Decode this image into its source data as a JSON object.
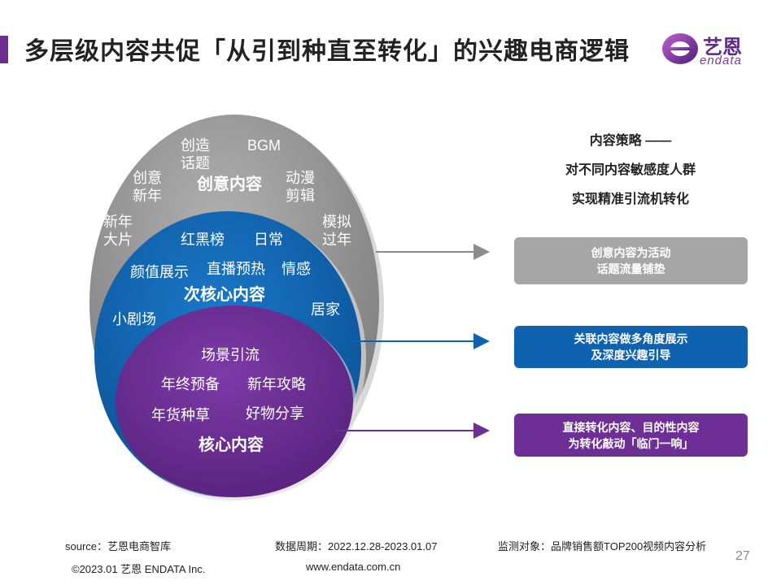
{
  "title": "多层级内容共促「从引到种直至转化」的兴趣电商逻辑",
  "logo": {
    "cn": "艺恩",
    "en": "endata"
  },
  "outer_ring": {
    "label": "创意内容",
    "items": [
      "创造\n话题",
      "BGM",
      "创意\n新年",
      "动漫\n剪辑",
      "新年\n大片",
      "模拟\n过年"
    ]
  },
  "middle_ring": {
    "label": "次核心内容",
    "items": [
      "红黑榜",
      "日常",
      "颜值展示",
      "直播预热",
      "情感",
      "小剧场",
      "居家"
    ]
  },
  "inner_ring": {
    "label": "核心内容",
    "items": [
      "场景引流",
      "年终预备",
      "新年攻略",
      "年货种草",
      "好物分享"
    ]
  },
  "strategy": {
    "line1": "内容策略 ——",
    "line2": "对不同内容敏感度人群",
    "line3": "实现精准引流机转化"
  },
  "boxes": {
    "gray": {
      "line1": "创意内容为活动",
      "line2": "话题流量铺垫"
    },
    "blue": {
      "line1": "关联内容做多角度展示",
      "line2": "及深度兴趣引导"
    },
    "purple": {
      "line1": "直接转化内容、目的性内容",
      "line2": "为转化敲动「临门一响」"
    }
  },
  "colors": {
    "outer": "#8c8c8c",
    "middle": "#0e62b0",
    "inner": "#6d2f96",
    "accent": "#6b2f8f"
  },
  "footer": {
    "source": "source：艺恩电商智库",
    "period": "数据周期：2022.12.28-2023.01.07",
    "target": "监测对象：品牌销售额TOP200视频内容分析",
    "copyright": "©2023.01 艺恩 ENDATA Inc.",
    "website": "www.endata.com.cn"
  },
  "page_number": "27"
}
